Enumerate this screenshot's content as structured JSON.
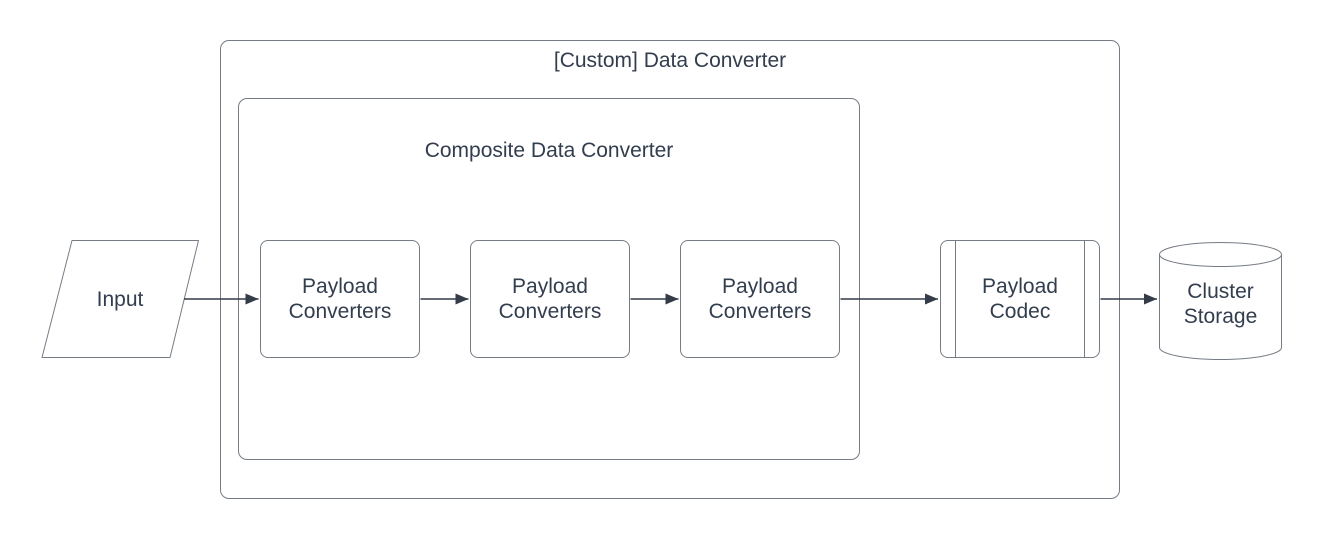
{
  "diagram": {
    "type": "flowchart",
    "background_color": "#ffffff",
    "border_color": "#767c85",
    "arrow_color": "#343b49",
    "text_color": "#323d4e",
    "containers": {
      "outer": {
        "label": "[Custom] Data Converter"
      },
      "inner": {
        "label": "Composite Data Converter"
      }
    },
    "nodes": {
      "input": {
        "label": "Input",
        "shape": "parallelogram"
      },
      "converter1": {
        "label": "Payload\nConverters",
        "shape": "rounded-rect"
      },
      "converter2": {
        "label": "Payload\nConverters",
        "shape": "rounded-rect"
      },
      "converter3": {
        "label": "Payload\nConverters",
        "shape": "rounded-rect"
      },
      "codec": {
        "label": "Payload\nCodec",
        "shape": "predefined-process"
      },
      "storage": {
        "label": "Cluster\nStorage",
        "shape": "cylinder"
      }
    },
    "flow": [
      "input",
      "converter1",
      "converter2",
      "converter3",
      "codec",
      "storage"
    ]
  }
}
